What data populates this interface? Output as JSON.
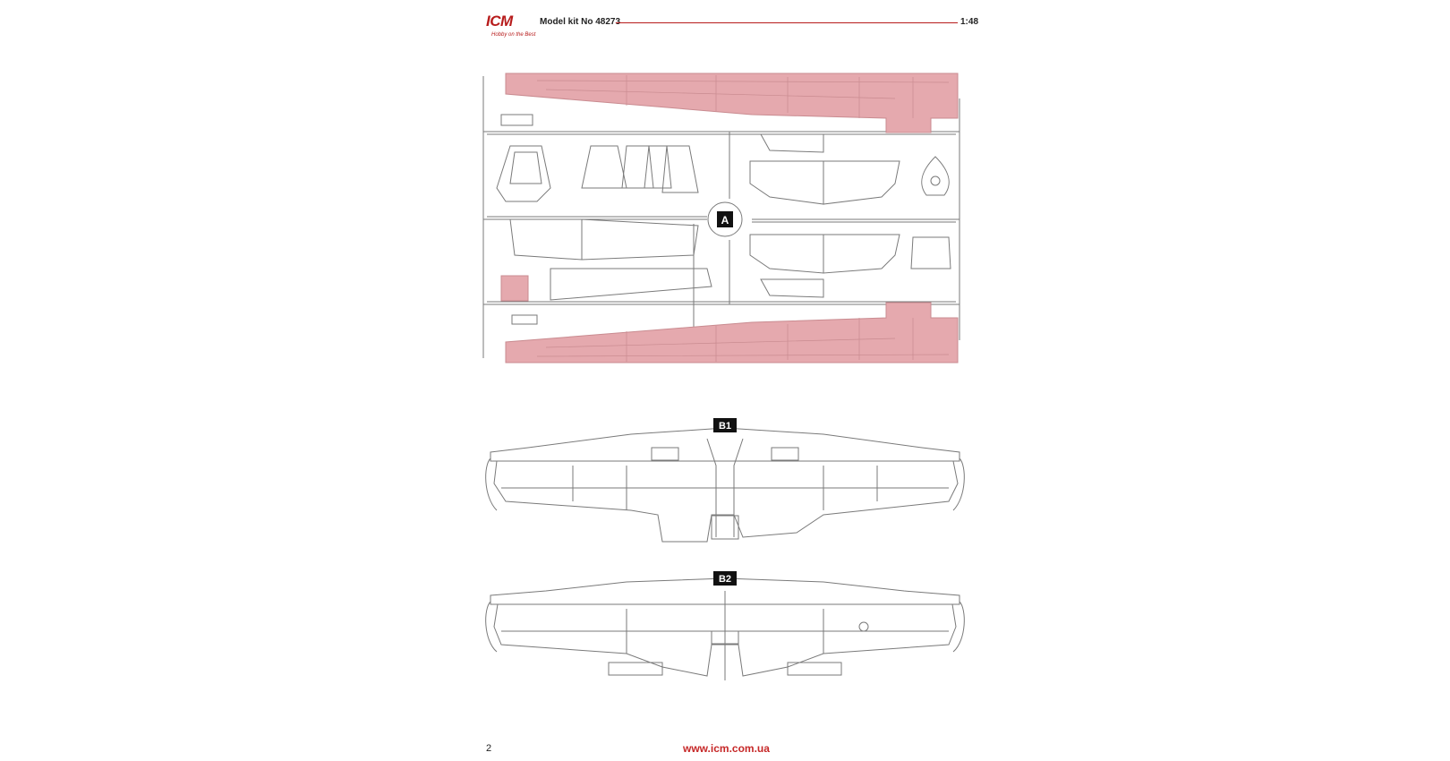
{
  "header": {
    "logo": "ICM",
    "logo_tagline": "Hobby on the Best",
    "kit_number": "Model kit No 48273",
    "scale": "1:48"
  },
  "sprues": {
    "a_label": "A",
    "b1_label": "B1",
    "b2_label": "B2"
  },
  "footer": {
    "page_number": "2",
    "website": "www.icm.com.ua"
  },
  "colors": {
    "brand_red": "#b71c1c",
    "highlight_pink": "#e5a9ae",
    "line_gray": "#7a7a7a"
  }
}
